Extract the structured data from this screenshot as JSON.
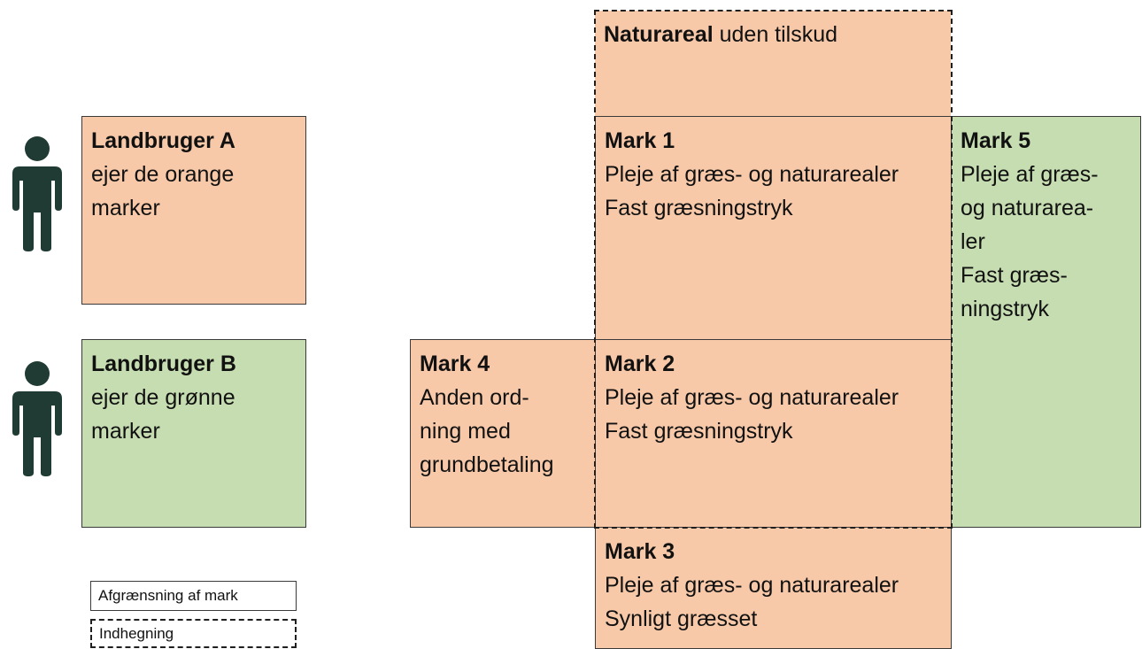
{
  "colors": {
    "orange": "#f8c9a9",
    "green": "#c6ddb1",
    "person": "#1f3b33"
  },
  "icons": {
    "farmer_a": "person-icon",
    "farmer_b": "person-icon"
  },
  "farmer_a": {
    "title": "Landbruger A",
    "lines": [
      "ejer de orange",
      "marker"
    ]
  },
  "farmer_b": {
    "title": "Landbruger B",
    "lines": [
      "ejer de grønne",
      "marker"
    ]
  },
  "naturareal": {
    "title_bold": "Naturareal",
    "title_rest": " uden tilskud"
  },
  "mark1": {
    "title": "Mark 1",
    "lines": [
      "Pleje af græs- og naturarealer",
      "Fast græsningstryk"
    ]
  },
  "mark2": {
    "title": "Mark 2",
    "lines": [
      "Pleje af græs- og naturarealer",
      "Fast græsningstryk"
    ]
  },
  "mark3": {
    "title": "Mark 3",
    "lines": [
      "Pleje af græs- og naturarealer",
      "Synligt græsset"
    ]
  },
  "mark4": {
    "title": "Mark 4",
    "lines": [
      "Anden ord-",
      "ning med",
      "grundbetaling"
    ]
  },
  "mark5": {
    "title": "Mark 5",
    "lines": [
      "Pleje af græs-",
      "og naturarea-",
      "ler",
      "Fast græs-",
      "ningstryk"
    ]
  },
  "legend": {
    "field_boundary": "Afgrænsning af mark",
    "enclosure": "Indhegning"
  }
}
